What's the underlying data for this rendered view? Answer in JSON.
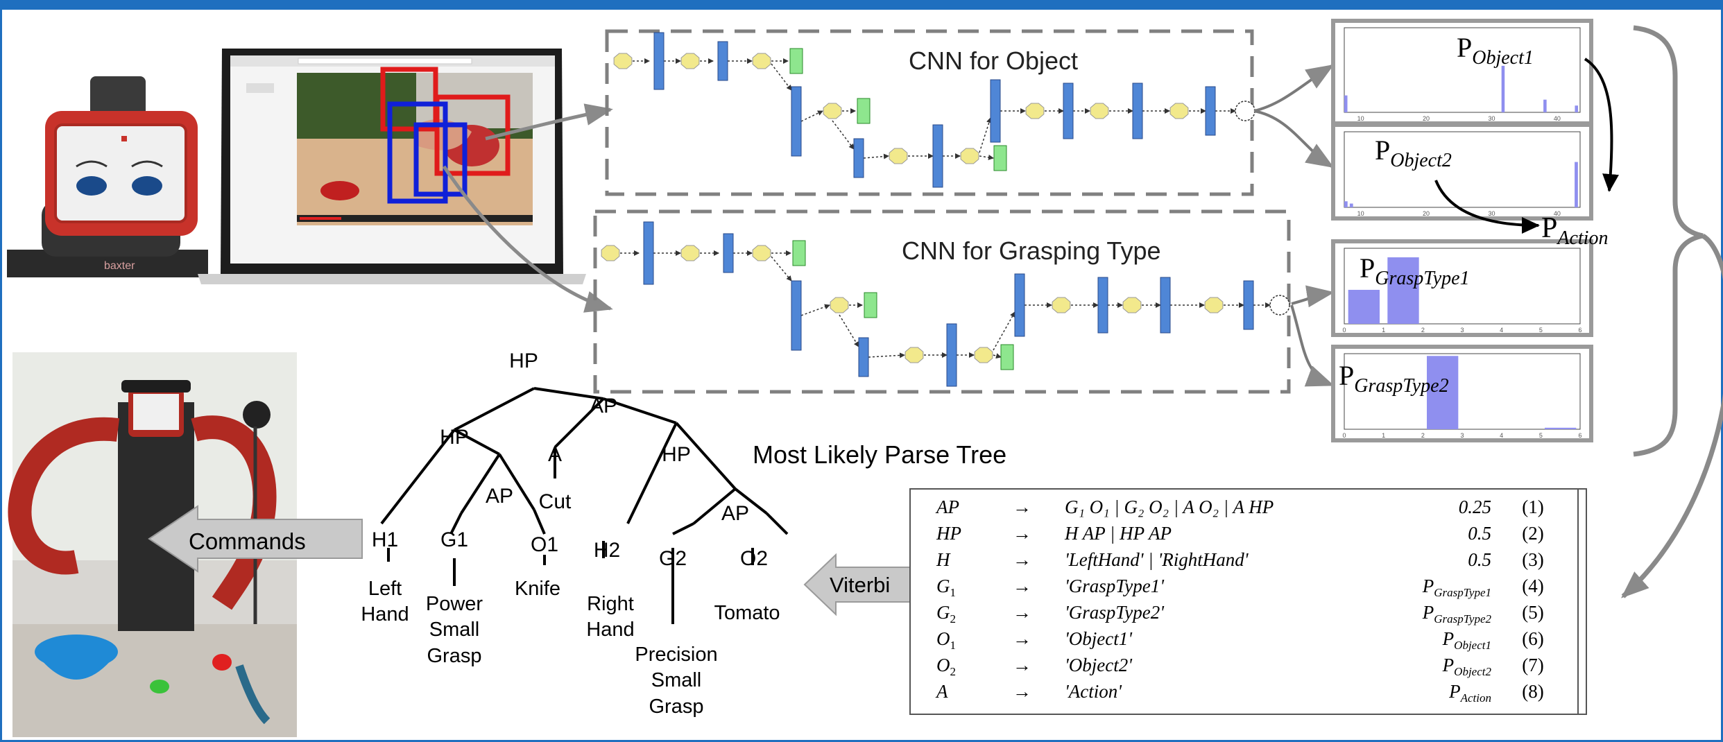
{
  "cnn_object": {
    "title": "CNN for Object"
  },
  "cnn_grasp": {
    "title": "CNN for Grasping Type"
  },
  "robot_screen": {
    "brand": "baxter"
  },
  "prob_panels": {
    "object1": {
      "P": "P",
      "sub": "Object1",
      "ticks": [
        "10",
        "20",
        "30",
        "40"
      ],
      "bars": [
        0.2,
        0,
        0,
        0,
        0,
        0,
        0,
        0,
        0,
        0,
        0,
        0,
        0,
        0,
        0,
        0,
        0,
        0,
        0,
        0,
        0,
        0,
        0,
        0,
        0,
        0,
        0,
        0,
        0,
        0,
        0.55,
        0,
        0,
        0,
        0,
        0,
        0,
        0,
        0.15,
        0,
        0,
        0,
        0,
        0,
        0.08
      ]
    },
    "object2": {
      "P": "P",
      "sub": "Object2",
      "ticks": [
        "10",
        "20",
        "30",
        "40"
      ],
      "bars": [
        0.08,
        0.05,
        0,
        0,
        0,
        0,
        0,
        0,
        0,
        0,
        0,
        0,
        0,
        0,
        0,
        0,
        0,
        0,
        0,
        0,
        0,
        0,
        0,
        0,
        0,
        0,
        0,
        0,
        0,
        0,
        0,
        0,
        0,
        0,
        0,
        0,
        0,
        0,
        0,
        0,
        0,
        0,
        0.6
      ]
    },
    "action": {
      "P": "P",
      "sub": "Action"
    },
    "grasp1": {
      "P": "P",
      "sub": "GraspType1",
      "ticks": [
        "0",
        "1",
        "2",
        "3",
        "4",
        "5",
        "6"
      ],
      "bars": [
        0.45,
        0.88,
        0,
        0,
        0,
        0
      ]
    },
    "grasp2": {
      "P": "P",
      "sub": "GraspType2",
      "ticks": [
        "0",
        "1",
        "2",
        "3",
        "4",
        "5",
        "6"
      ],
      "bars": [
        0,
        0,
        0.97,
        0,
        0,
        0.02
      ]
    }
  },
  "parse_tree": {
    "title": "Most Likely Parse Tree",
    "nodes": {
      "hp_root": "HP",
      "ap1": "AP",
      "hp_left": "HP",
      "a": "A",
      "hp_right": "HP",
      "ap2": "AP",
      "cut": "Cut",
      "ap3": "AP",
      "h1": "H1",
      "g1": "G1",
      "o1": "O1",
      "h2": "H2",
      "g2": "G2",
      "o2": "O2",
      "left_hand": [
        "Left",
        "Hand"
      ],
      "power_small_grasp": [
        "Power",
        "Small",
        "Grasp"
      ],
      "knife": "Knife",
      "right_hand": [
        "Right",
        "Hand"
      ],
      "precision_small_grasp": [
        "Precision",
        "Small",
        "Grasp"
      ],
      "tomato": "Tomato"
    }
  },
  "arrows": {
    "commands": "Commands",
    "viterbi": "Viterbi"
  },
  "grammar": {
    "rules": [
      {
        "lhs": "AP",
        "lhs_sub": "",
        "arrow": "→",
        "rhs": "G₁ O₁ | G₂ O₂ | A O₂ | A HP",
        "prob": "0.25",
        "prob_sub": "",
        "num": "(1)"
      },
      {
        "lhs": "HP",
        "lhs_sub": "",
        "arrow": "→",
        "rhs": "H AP | HP AP",
        "prob": "0.5",
        "prob_sub": "",
        "num": "(2)"
      },
      {
        "lhs": "H",
        "lhs_sub": "",
        "arrow": "→",
        "rhs": "'LeftHand' | 'RightHand'",
        "prob": "0.5",
        "prob_sub": "",
        "num": "(3)"
      },
      {
        "lhs": "G",
        "lhs_sub": "1",
        "arrow": "→",
        "rhs": "'GraspType1'",
        "prob": "P",
        "prob_sub": "GraspType1",
        "num": "(4)"
      },
      {
        "lhs": "G",
        "lhs_sub": "2",
        "arrow": "→",
        "rhs": "'GraspType2'",
        "prob": "P",
        "prob_sub": "GraspType2",
        "num": "(5)"
      },
      {
        "lhs": "O",
        "lhs_sub": "1",
        "arrow": "→",
        "rhs": "'Object1'",
        "prob": "P",
        "prob_sub": "Object1",
        "num": "(6)"
      },
      {
        "lhs": "O",
        "lhs_sub": "2",
        "arrow": "→",
        "rhs": "'Object2'",
        "prob": "P",
        "prob_sub": "Object2",
        "num": "(7)"
      },
      {
        "lhs": "A",
        "lhs_sub": "",
        "arrow": "→",
        "rhs": "'Action'",
        "prob": "P",
        "prob_sub": "Action",
        "num": "(8)"
      }
    ]
  },
  "colors": {
    "frame": "#1f6fbf",
    "bbox_red": "#e01b1b",
    "bbox_blue": "#1020d8",
    "node_yellow": "#f2e98c",
    "node_blue": "#4f86d6",
    "node_green": "#8ee68e",
    "bar": "#8f8fef",
    "arrow_gray": "#7a7a7a",
    "dash_gray": "#808080"
  }
}
